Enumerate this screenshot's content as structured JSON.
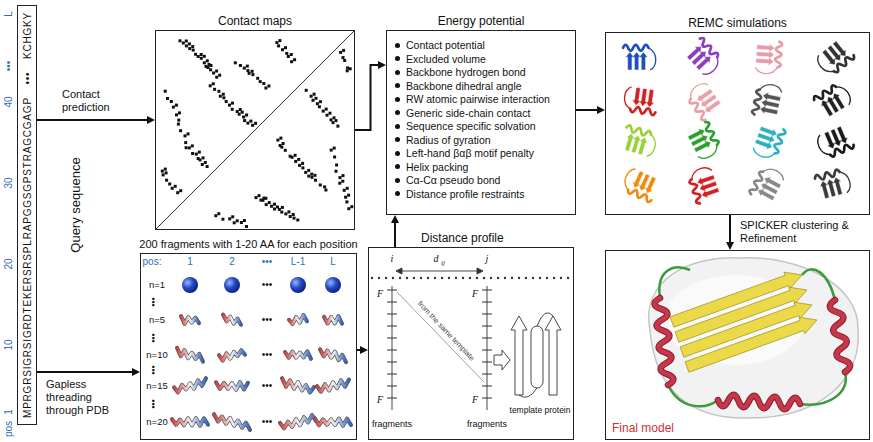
{
  "diagram": {
    "nodes": [
      {
        "text": [
          "MPRGRSIGRSIGRDTEKERSRSPLRAPGGSGPSTRAGCGAGP",
          "•••",
          "KCHGKY"
        ]
      },
      {
        "text": [
          "Contact maps"
        ]
      },
      {
        "text": [
          "Energy potential",
          "Contact potential",
          "Excluded volume",
          "Backbone hydrogen bond",
          "Backbone dihedral angle",
          "RW atomic pairwise interaction",
          "Generic side-chain contact",
          "Sequence specific solvation",
          "Radius of gyration",
          "Left-hand βαβ motif penalty",
          "Helix packing",
          "Cα-Cα pseudo bond",
          "Distance profile restraints"
        ]
      },
      {
        "text": [
          "REMC simulations"
        ]
      },
      {
        "text": [
          "200 fragments with 1-20 AA for each position"
        ]
      },
      {
        "text": [
          "Distance profile"
        ]
      },
      {
        "text": [
          "Final model"
        ]
      }
    ],
    "edges": [
      {
        "from": 0,
        "to": 1,
        "label": "Contact prediction",
        "arrow": "to"
      },
      {
        "from": 0,
        "to": 4,
        "label": "Gapless threading through PDB",
        "arrow": "to"
      },
      {
        "from": 1,
        "to": 2,
        "arrow": "to"
      },
      {
        "from": 4,
        "to": 5,
        "arrow": "to"
      },
      {
        "from": 5,
        "to": 2,
        "arrow": "to"
      },
      {
        "from": 2,
        "to": 3,
        "arrow": "to"
      },
      {
        "from": 3,
        "to": 6,
        "label": "SPICKER clustering & Refinement",
        "arrow": "to"
      }
    ],
    "labels": [
      "L",
      "•••",
      "40",
      "30",
      "20",
      "10",
      "1",
      "pos",
      "Query sequence",
      "pos:",
      "1",
      "2",
      "•••",
      "L-1",
      "L",
      "n=1",
      "•••",
      "n=5",
      "•••",
      "n=10",
      "•••",
      "n=15",
      "•••",
      "n=20",
      "•••",
      "•••",
      "•••",
      "•••",
      "•••",
      "i",
      "j",
      "d",
      "ij",
      "F",
      "F",
      "F",
      "F",
      "fragments",
      "fragments",
      "template protein",
      "from the same template"
    ]
  }
}
